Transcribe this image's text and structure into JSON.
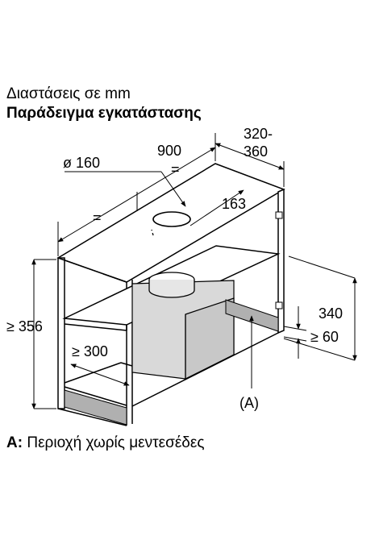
{
  "header": {
    "subtitle": "Διαστάσεις σε mm",
    "title": "Παράδειγμα εγκατάστασης"
  },
  "dimensions": {
    "width": "900",
    "depth_top": "320-",
    "depth_bottom": "360",
    "duct_diameter": "ø 160",
    "duct_offset": "163",
    "equal_1": "=",
    "equal_2": "=",
    "cabinet_height": "≥ 356",
    "shelf_depth": "≥ 300",
    "hood_height": "340",
    "clearance": "≥ 60",
    "zone_marker": "(A)"
  },
  "legend": {
    "key": "A:",
    "text": "Περιοχή χωρίς μεντεσέδες"
  },
  "colors": {
    "line": "#000000",
    "shading": "#bdbdbd",
    "zone_fill": "#b0b0b0"
  }
}
